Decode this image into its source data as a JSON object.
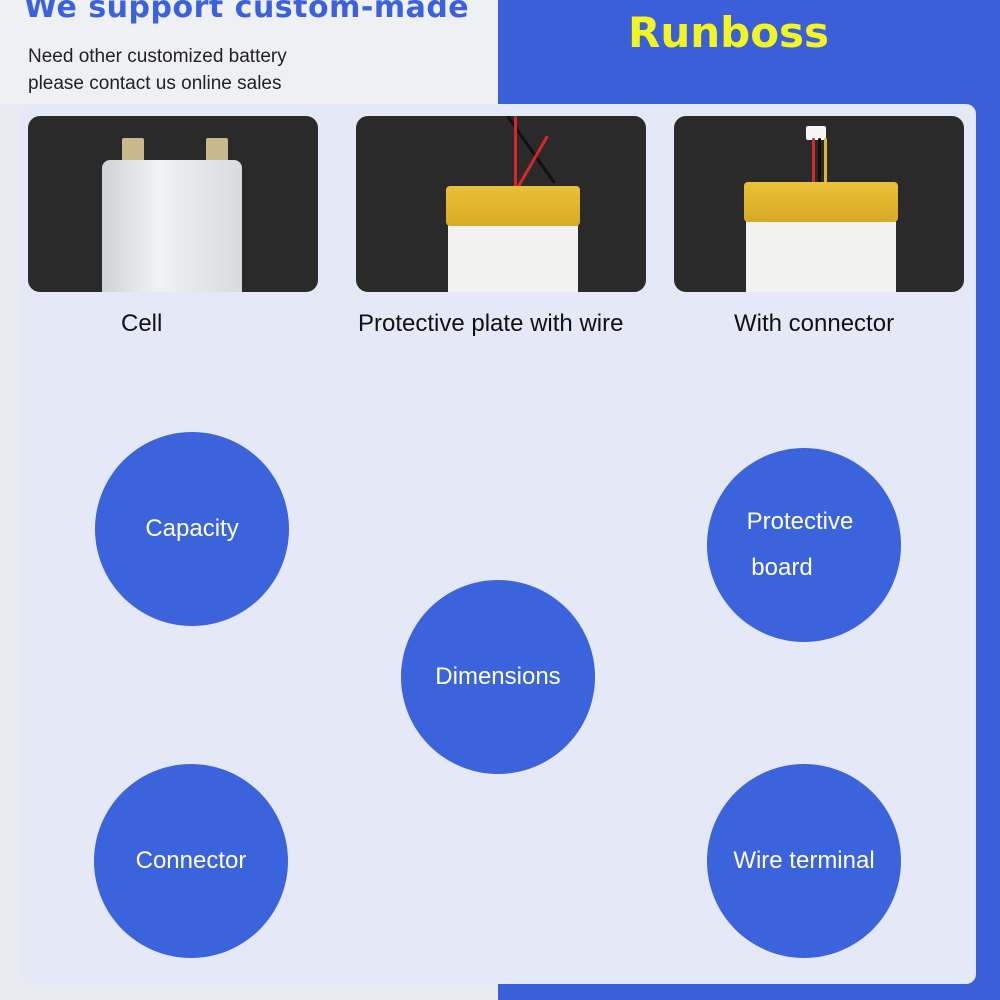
{
  "header": {
    "headline": "We support custom-made",
    "subline_1": "Need other customized battery",
    "subline_2": "please contact us online sales",
    "brand": "Runboss"
  },
  "products": [
    {
      "caption": "Cell"
    },
    {
      "caption": "Protective plate with wire"
    },
    {
      "caption": "With connector"
    }
  ],
  "features": {
    "capacity": "Capacity",
    "protective_line1": "Protective",
    "protective_line2": "board",
    "dimensions": "Dimensions",
    "connector": "Connector",
    "wire_terminal": "Wire terminal"
  },
  "colors": {
    "accent_blue": "#3b63dc",
    "brand_yellow": "#f3f521",
    "panel": "#e5e8f7"
  }
}
